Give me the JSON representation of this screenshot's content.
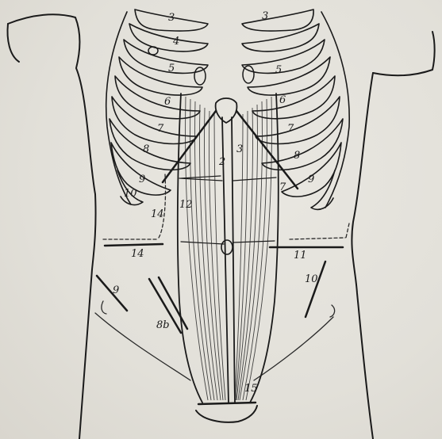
{
  "figure": {
    "rib_labels_left": [
      "3",
      "4",
      "5",
      "6",
      "7",
      "8",
      "9",
      "10"
    ],
    "rib_labels_right": [
      "3",
      "5",
      "6",
      "7",
      "8",
      "9"
    ],
    "region_labels": [
      {
        "id": "left-14a",
        "text": "14"
      },
      {
        "id": "left-14b",
        "text": "14"
      },
      {
        "id": "left-9",
        "text": "9"
      },
      {
        "id": "left-8b",
        "text": "8b"
      },
      {
        "id": "right-11",
        "text": "11"
      },
      {
        "id": "right-10",
        "text": "10"
      },
      {
        "id": "right-7",
        "text": "7"
      },
      {
        "id": "center-2",
        "text": "2"
      },
      {
        "id": "center-12",
        "text": "12"
      },
      {
        "id": "center-3",
        "text": "3"
      },
      {
        "id": "bottom-15",
        "text": "15"
      }
    ]
  }
}
